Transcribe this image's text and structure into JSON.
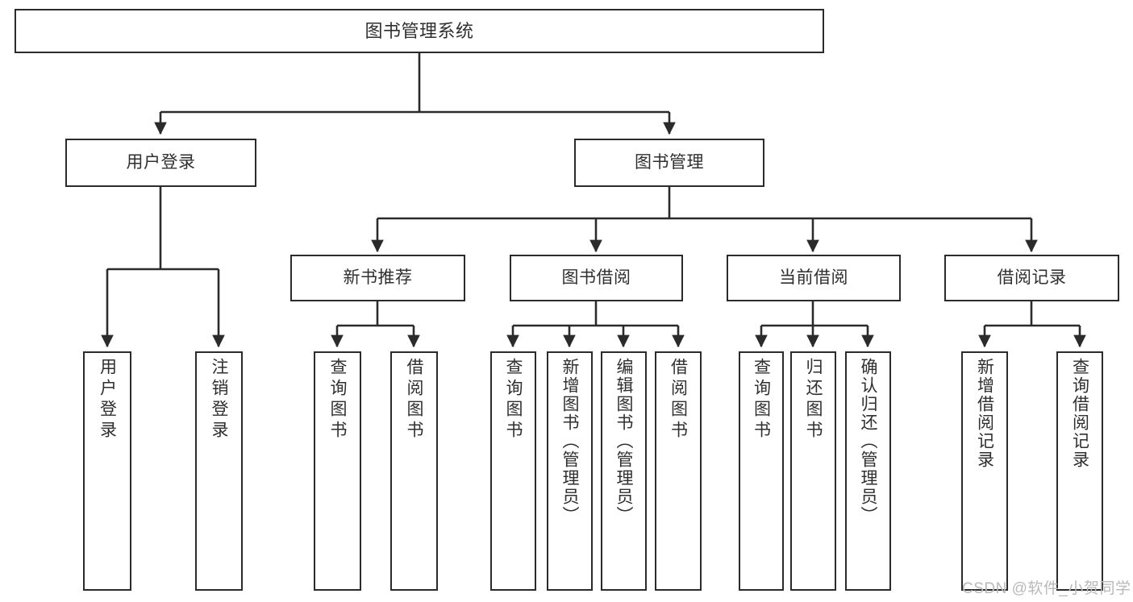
{
  "diagram": {
    "title": "图书管理系统",
    "type": "tree",
    "theme": {
      "background": "#ffffff",
      "box_border": "#2b2b2b",
      "box_fill": "#ffffff",
      "text": "#2f2f2f",
      "connector": "#2b2b2b",
      "watermark": "#b9b9b9"
    },
    "root": {
      "label": "图书管理系统"
    },
    "level2": [
      {
        "label": "用户登录"
      },
      {
        "label": "图书管理"
      }
    ],
    "level3": [
      {
        "label": "新书推荐"
      },
      {
        "label": "图书借阅"
      },
      {
        "label": "当前借阅"
      },
      {
        "label": "借阅记录"
      }
    ],
    "leaves": {
      "user_login": [
        {
          "label": "用户登录"
        },
        {
          "label": "注销登录"
        }
      ],
      "new_book_recommend": [
        {
          "label": "查询图书"
        },
        {
          "label": "借阅图书"
        }
      ],
      "book_borrow": [
        {
          "label": "查询图书"
        },
        {
          "label": "新增图书（管理员）"
        },
        {
          "label": "编辑图书（管理员）"
        },
        {
          "label": "借阅图书"
        }
      ],
      "current_borrow": [
        {
          "label": "查询图书"
        },
        {
          "label": "归还图书"
        },
        {
          "label": "确认归还（管理员）"
        }
      ],
      "borrow_record": [
        {
          "label": "新增借阅记录"
        },
        {
          "label": "查询借阅记录"
        }
      ]
    },
    "watermark": "CSDN @软件_小贺同学"
  }
}
